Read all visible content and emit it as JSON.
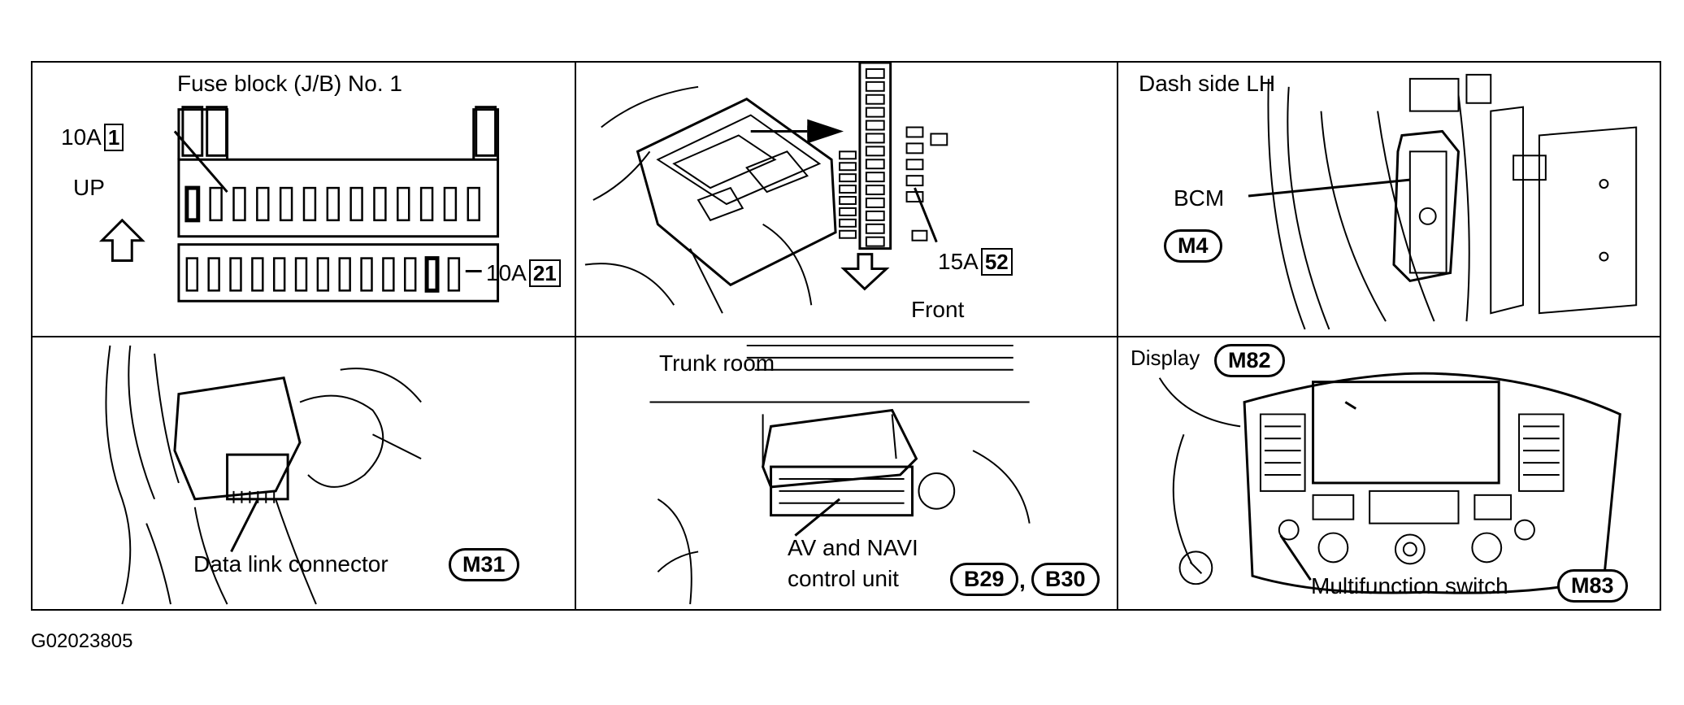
{
  "panels": {
    "fuse_block": {
      "title": "Fuse block (J/B) No. 1",
      "up_label": "UP",
      "fuse1_rating": "10A",
      "fuse1_number": "1",
      "fuse21_rating": "10A",
      "fuse21_number": "21"
    },
    "engine_room": {
      "front_label": "Front",
      "fuse52_rating": "15A",
      "fuse52_number": "52"
    },
    "dash_side": {
      "title": "Dash side LH",
      "bcm_label": "BCM",
      "connector": "M4"
    },
    "data_link": {
      "label": "Data link connector",
      "connector": "M31"
    },
    "trunk": {
      "title": "Trunk room",
      "unit_line1": "AV and NAVI",
      "unit_line2": "control unit",
      "connector_a": "B29",
      "separator": ",",
      "connector_b": "B30"
    },
    "display": {
      "display_label": "Display",
      "display_connector": "M82",
      "switch_label": "Multifunction switch",
      "switch_connector": "M83"
    }
  },
  "footer": {
    "code": "G02023805"
  }
}
